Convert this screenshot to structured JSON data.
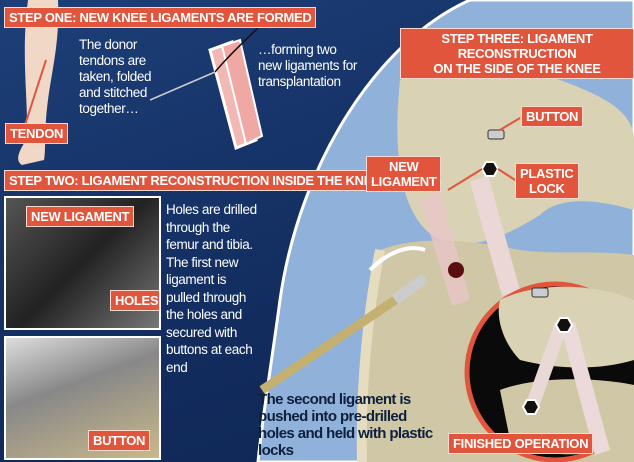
{
  "step_one": {
    "title": "STEP ONE: NEW KNEE LIGAMENTS ARE FORMED",
    "tendon_label": "TENDON",
    "text_left": "The donor tendons are taken, folded and stitched together…",
    "text_right": "…forming two new ligaments for transplantation"
  },
  "step_two": {
    "title": "STEP TWO: LIGAMENT RECONSTRUCTION INSIDE THE KNEE",
    "label_new_ligament": "NEW LIGAMENT",
    "label_holes": "HOLES",
    "label_button": "BUTTON",
    "text": "Holes are drilled through the femur and tibia. The first new ligament is pulled through the holes and secured with buttons at each end"
  },
  "step_three": {
    "title_line1": "STEP THREE: LIGAMENT RECONSTRUCTION",
    "title_line2": "ON THE SIDE OF THE KNEE",
    "label_button": "BUTTON",
    "label_plastic_lock_1": "PLASTIC",
    "label_plastic_lock_2": "LOCK",
    "label_new_ligament_1": "NEW",
    "label_new_ligament_2": "LIGAMENT",
    "label_finished": "FINISHED OPERATION",
    "text": "The second ligament is pushed into pre-drilled holes and held with plastic locks"
  },
  "colors": {
    "accent": "#e0553c",
    "navy": "#14336a",
    "light_blue": "#8fb1da",
    "bone": "#d9d2b4"
  }
}
